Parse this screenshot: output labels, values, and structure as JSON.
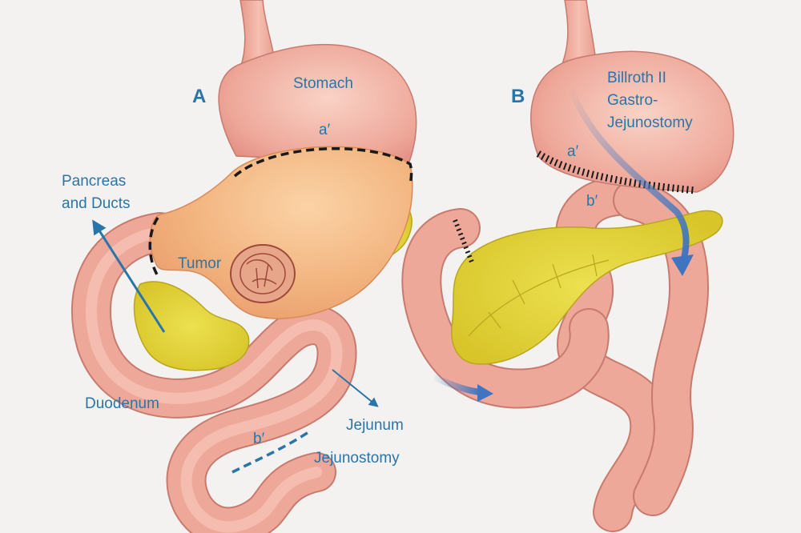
{
  "panels": {
    "a": "A",
    "b": "B"
  },
  "labels": {
    "stomach": "Stomach",
    "a_prime_a": "a′",
    "pancreas_line1": "Pancreas",
    "pancreas_line2": "and Ducts",
    "tumor": "Tumor",
    "duodenum": "Duodenum",
    "jejunum": "Jejunum",
    "b_prime_a": "b′",
    "jejunostomy": "Jejunostomy",
    "billroth_line1": "Billroth II",
    "billroth_line2": "Gastro-",
    "billroth_line3": "Jejunostomy",
    "a_prime_b": "a′",
    "b_prime_b": "b′"
  },
  "colors": {
    "background": "#f3f2f1",
    "tissue": "#eea89a",
    "tissue_outline": "#c77a6d",
    "resected": "#f1b37c",
    "pancreas": "#e3d43a",
    "label": "#2a75a8"
  }
}
